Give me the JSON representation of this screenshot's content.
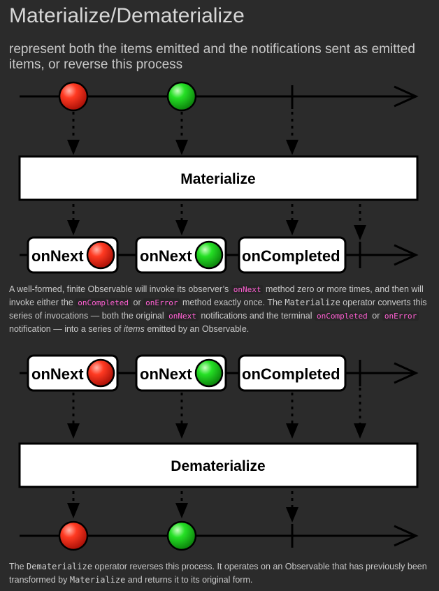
{
  "page": {
    "title": "Materialize/Dematerialize",
    "subtitle": "represent both the items emitted and the notifications sent as emitted items, or reverse this process"
  },
  "diagram1": {
    "operator_label": "Materialize",
    "notifications": [
      "onNext",
      "onNext",
      "onCompleted"
    ]
  },
  "diagram2": {
    "operator_label": "Dematerialize",
    "notifications": [
      "onNext",
      "onNext",
      "onCompleted"
    ]
  },
  "colors": {
    "background": "#2b2b2b",
    "red_marble": "#e8221a",
    "green_marble": "#1dd01d"
  },
  "paragraph1": {
    "t1": "A well-formed, finite Observable will invoke its observer’s ",
    "c1": "onNext",
    "t2": " method zero or more times, and then will invoke either the ",
    "c2": "onCompleted",
    "t3": " or ",
    "c3": "onError",
    "t4": " method exactly once. The ",
    "c4": "Materialize",
    "t5": " operator converts this series of invocations — both the original ",
    "c5": "onNext",
    "t6": " notifications and the terminal ",
    "c6": "onCompleted",
    "t7": " or ",
    "c7": "onError",
    "t8": " notification — into a series of ",
    "e1": "items",
    "t9": " emitted by an Observable."
  },
  "paragraph2": {
    "t1": "The ",
    "c1": "Dematerialize",
    "t2": " operator reverses this process. It operates on an Observable that has previously been transformed by ",
    "c2": "Materialize",
    "t3": " and returns it to its original form."
  }
}
